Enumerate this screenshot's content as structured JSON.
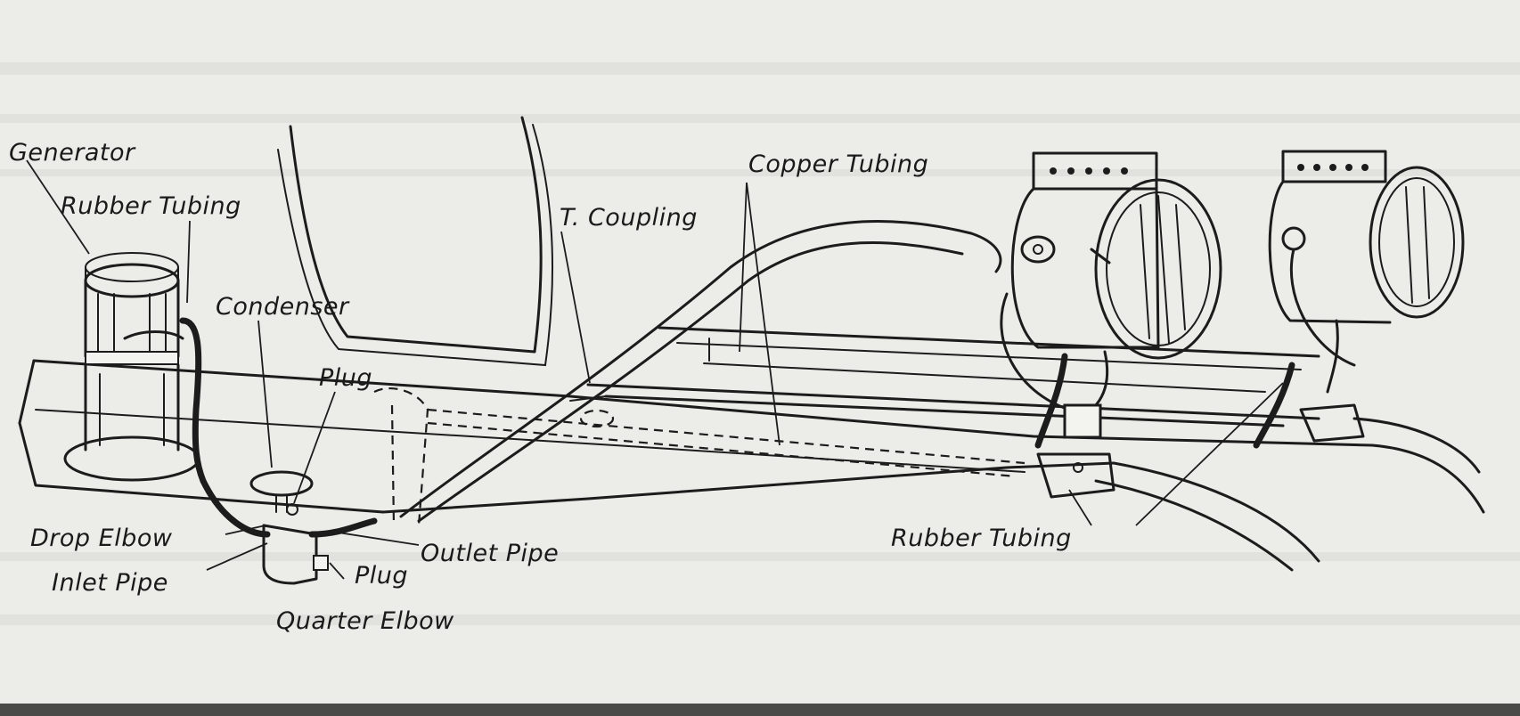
{
  "labels": {
    "generator": "Generator",
    "rubber_tubing_left": "Rubber Tubing",
    "condenser": "Condenser",
    "plug_top": "Plug",
    "t_coupling": "T. Coupling",
    "copper_tubing": "Copper Tubing",
    "drop_elbow": "Drop Elbow",
    "inlet_pipe": "Inlet Pipe",
    "outlet_pipe": "Outlet Pipe",
    "plug_bottom": "Plug",
    "quarter_elbow": "Quarter Elbow",
    "rubber_tubing_right": "Rubber Tubing"
  },
  "colors": {
    "background": "#ecece9",
    "ink": "#1c1c1c",
    "bottom_border": "#4a4a48"
  }
}
